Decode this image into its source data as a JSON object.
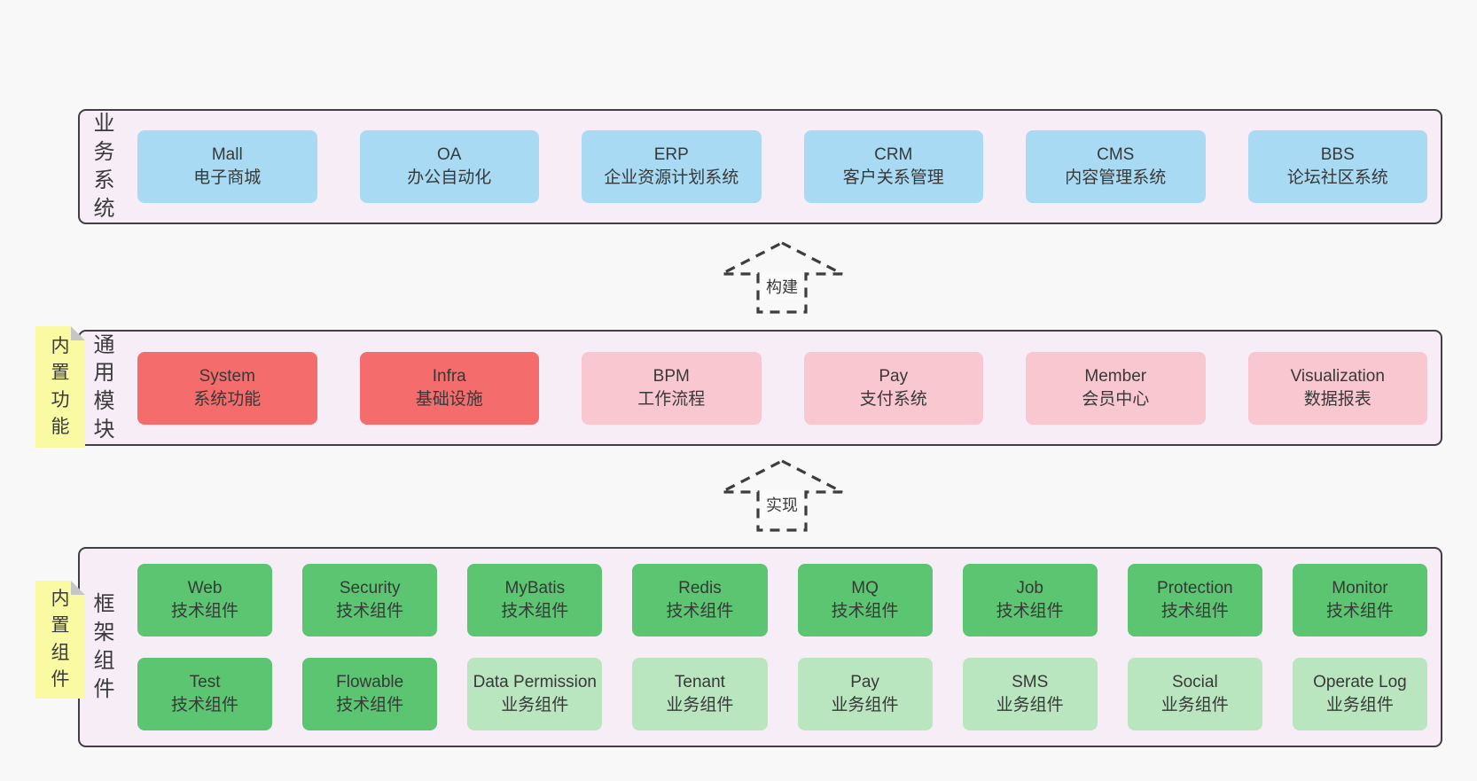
{
  "colors": {
    "page_background": "#f8f8f8",
    "layer_fill": "#f7edf6",
    "layer_border": "#3f3f44",
    "box_blue": "#a8dbf3",
    "box_red": "#f46c6c",
    "box_pink": "#f9c7cf",
    "box_green": "#5cc571",
    "box_lightgreen": "#b9e6bf",
    "sticky_yellow": "#fafaa3",
    "sticky_fold": "#c6c6c6",
    "text": "#383838"
  },
  "arrows": [
    {
      "label": "构建"
    },
    {
      "label": "实现"
    }
  ],
  "stickies": [
    {
      "label": "内置功能"
    },
    {
      "label": "内置组件"
    }
  ],
  "layers": [
    {
      "label": "业务系统",
      "rows": [
        [
          {
            "title": "Mall",
            "subtitle": "电子商城",
            "variant": "blue"
          },
          {
            "title": "OA",
            "subtitle": "办公自动化",
            "variant": "blue"
          },
          {
            "title": "ERP",
            "subtitle": "企业资源计划系统",
            "variant": "blue"
          },
          {
            "title": "CRM",
            "subtitle": "客户关系管理",
            "variant": "blue"
          },
          {
            "title": "CMS",
            "subtitle": "内容管理系统",
            "variant": "blue"
          },
          {
            "title": "BBS",
            "subtitle": "论坛社区系统",
            "variant": "blue"
          }
        ]
      ]
    },
    {
      "label": "通用模块",
      "rows": [
        [
          {
            "title": "System",
            "subtitle": "系统功能",
            "variant": "red"
          },
          {
            "title": "Infra",
            "subtitle": "基础设施",
            "variant": "red"
          },
          {
            "title": "BPM",
            "subtitle": "工作流程",
            "variant": "pink"
          },
          {
            "title": "Pay",
            "subtitle": "支付系统",
            "variant": "pink"
          },
          {
            "title": "Member",
            "subtitle": "会员中心",
            "variant": "pink"
          },
          {
            "title": "Visualization",
            "subtitle": "数据报表",
            "variant": "pink"
          }
        ]
      ]
    },
    {
      "label": "框架组件",
      "rows": [
        [
          {
            "title": "Web",
            "subtitle": "技术组件",
            "variant": "green"
          },
          {
            "title": "Security",
            "subtitle": "技术组件",
            "variant": "green"
          },
          {
            "title": "MyBatis",
            "subtitle": "技术组件",
            "variant": "green"
          },
          {
            "title": "Redis",
            "subtitle": "技术组件",
            "variant": "green"
          },
          {
            "title": "MQ",
            "subtitle": "技术组件",
            "variant": "green"
          },
          {
            "title": "Job",
            "subtitle": "技术组件",
            "variant": "green"
          },
          {
            "title": "Protection",
            "subtitle": "技术组件",
            "variant": "green"
          },
          {
            "title": "Monitor",
            "subtitle": "技术组件",
            "variant": "green"
          }
        ],
        [
          {
            "title": "Test",
            "subtitle": "技术组件",
            "variant": "green"
          },
          {
            "title": "Flowable",
            "subtitle": "技术组件",
            "variant": "green"
          },
          {
            "title": "Data Permission",
            "subtitle": "业务组件",
            "variant": "lightgreen"
          },
          {
            "title": "Tenant",
            "subtitle": "业务组件",
            "variant": "lightgreen"
          },
          {
            "title": "Pay",
            "subtitle": "业务组件",
            "variant": "lightgreen"
          },
          {
            "title": "SMS",
            "subtitle": "业务组件",
            "variant": "lightgreen"
          },
          {
            "title": "Social",
            "subtitle": "业务组件",
            "variant": "lightgreen"
          },
          {
            "title": "Operate Log",
            "subtitle": "业务组件",
            "variant": "lightgreen"
          }
        ]
      ]
    }
  ]
}
